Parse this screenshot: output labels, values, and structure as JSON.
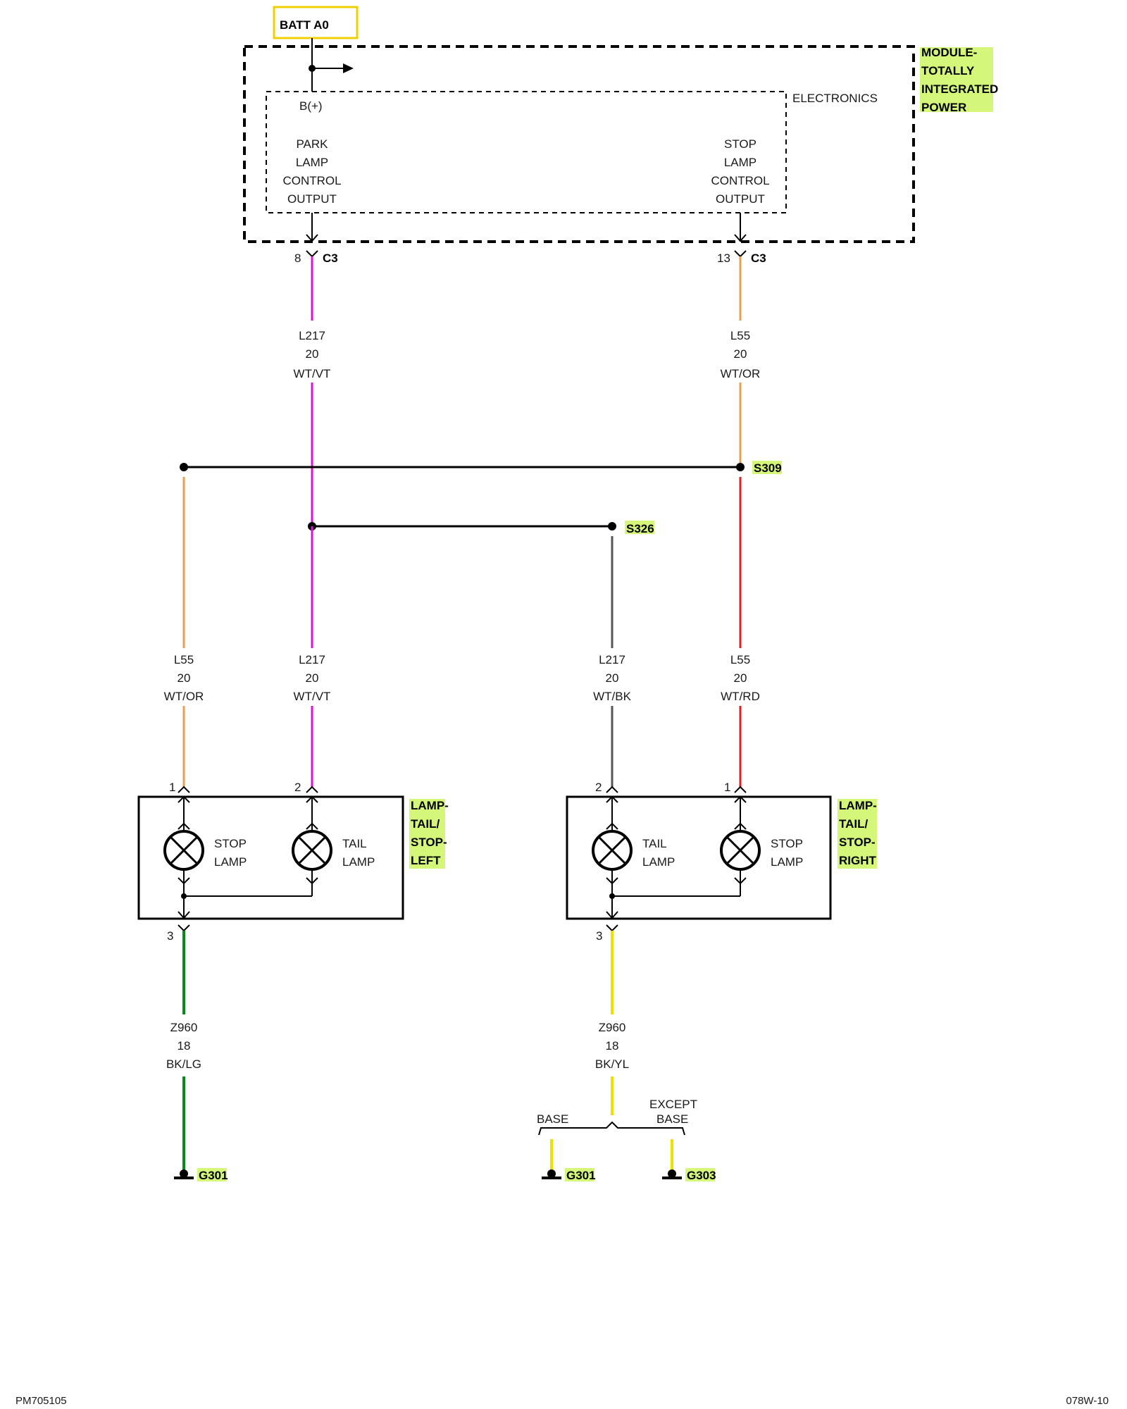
{
  "batt_label": "BATT A0",
  "module": {
    "title_lines": [
      "MODULE-",
      "TOTALLY",
      "INTEGRATED",
      "POWER"
    ],
    "electronics": "ELECTRONICS",
    "bplus": "B(+)",
    "park_output_lines": [
      "PARK",
      "LAMP",
      "CONTROL",
      "OUTPUT"
    ],
    "stop_output_lines": [
      "STOP",
      "LAMP",
      "CONTROL",
      "OUTPUT"
    ]
  },
  "connectors": {
    "left": {
      "pin": "8",
      "name": "C3"
    },
    "right": {
      "pin": "13",
      "name": "C3"
    }
  },
  "wires": {
    "upper_left": [
      "L217",
      "20",
      "WT/VT"
    ],
    "upper_right": [
      "L55",
      "20",
      "WT/OR"
    ],
    "lower_1": [
      "L55",
      "20",
      "WT/OR"
    ],
    "lower_2": [
      "L217",
      "20",
      "WT/VT"
    ],
    "lower_3": [
      "L217",
      "20",
      "WT/BK"
    ],
    "lower_4": [
      "L55",
      "20",
      "WT/RD"
    ],
    "ground_left": [
      "Z960",
      "18",
      "BK/LG"
    ],
    "ground_right": [
      "Z960",
      "18",
      "BK/YL"
    ]
  },
  "splices": {
    "s309": "S309",
    "s326": "S326"
  },
  "lamp_left": {
    "title_lines": [
      "LAMP-",
      "TAIL/",
      "STOP-",
      "LEFT"
    ],
    "pin_a": "1",
    "pin_b": "2",
    "pin_ground": "3",
    "bulb_a": [
      "STOP",
      "LAMP"
    ],
    "bulb_b": [
      "TAIL",
      "LAMP"
    ]
  },
  "lamp_right": {
    "title_lines": [
      "LAMP-",
      "TAIL/",
      "STOP-",
      "RIGHT"
    ],
    "pin_a": "2",
    "pin_b": "1",
    "pin_ground": "3",
    "bulb_a": [
      "TAIL",
      "LAMP"
    ],
    "bulb_b": [
      "STOP",
      "LAMP"
    ]
  },
  "branch": {
    "base": "BASE",
    "except_lines": [
      "EXCEPT",
      "BASE"
    ]
  },
  "grounds": {
    "left": "G301",
    "mid": "G301",
    "right": "G303"
  },
  "footer": {
    "left": "PM705105",
    "right": "078W-10"
  },
  "colors": {
    "violet": "#e010d8",
    "orange": "#e8a050",
    "red": "#e02020",
    "gray": "#555555",
    "green": "#0a8a1a",
    "yellow": "#f0e000",
    "highlight": "#d4f77a",
    "batt_border": "#f0d000"
  }
}
